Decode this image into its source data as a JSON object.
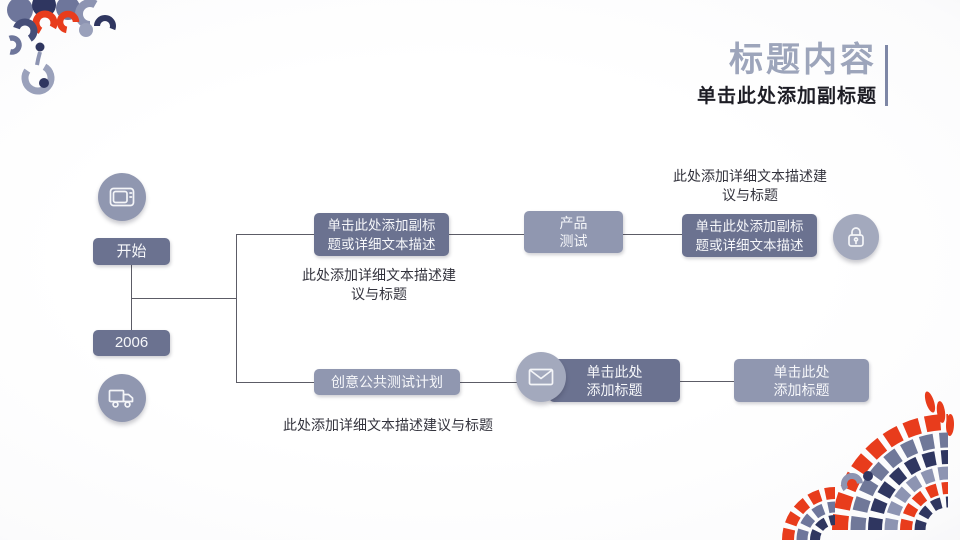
{
  "title_block": {
    "title": "标题内容",
    "subtitle": "单击此处添加副标题"
  },
  "diagram": {
    "nodes": {
      "start": "开始",
      "year": "2006",
      "top_box1": "单击此处添加副标\n题或详细文本描述",
      "top_box2": "产品\n测试",
      "top_box3": "单击此处添加副标\n题或详细文本描述",
      "bottom_box1": "创意公共测试计划",
      "bottom_box2": "单击此处\n添加标题",
      "bottom_box3": "单击此处\n添加标题"
    },
    "captions": {
      "top_left": "此处添加详细文本描述建\n议与标题",
      "top_right": "此处添加详细文本描述建\n议与标题",
      "bottom": "此处添加详细文本描述建议与标题"
    },
    "icons": {
      "tv": "tv-icon",
      "truck": "truck-icon",
      "lock": "lock-icon",
      "mail": "mail-icon"
    }
  },
  "colors": {
    "box_dark": "#6b7290",
    "box_light": "#9097b0",
    "badge_light": "#a3a9bd",
    "accent_red": "#e83c1c",
    "ornament_navy": "#2f3660",
    "ornament_gray": "#6e769b",
    "title_gray": "#9da5bb",
    "line": "#5c5c66"
  }
}
